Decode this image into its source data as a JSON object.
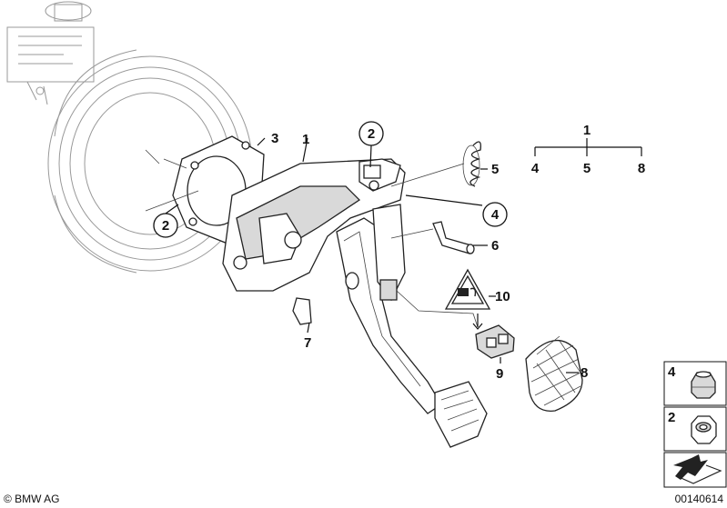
{
  "callouts": {
    "c1": "1",
    "c2a": "2",
    "c2b": "2",
    "c3": "3",
    "c4": "4",
    "c5": "5",
    "c6": "6",
    "c7": "7",
    "c8": "8",
    "c9": "9",
    "c10": "10"
  },
  "tree": {
    "root": "1",
    "left": "4",
    "mid": "5",
    "right": "8"
  },
  "legend": {
    "item_top": "4",
    "item_bottom": "2"
  },
  "footer": {
    "copyright": "© BMW AG",
    "code": "00140614"
  }
}
